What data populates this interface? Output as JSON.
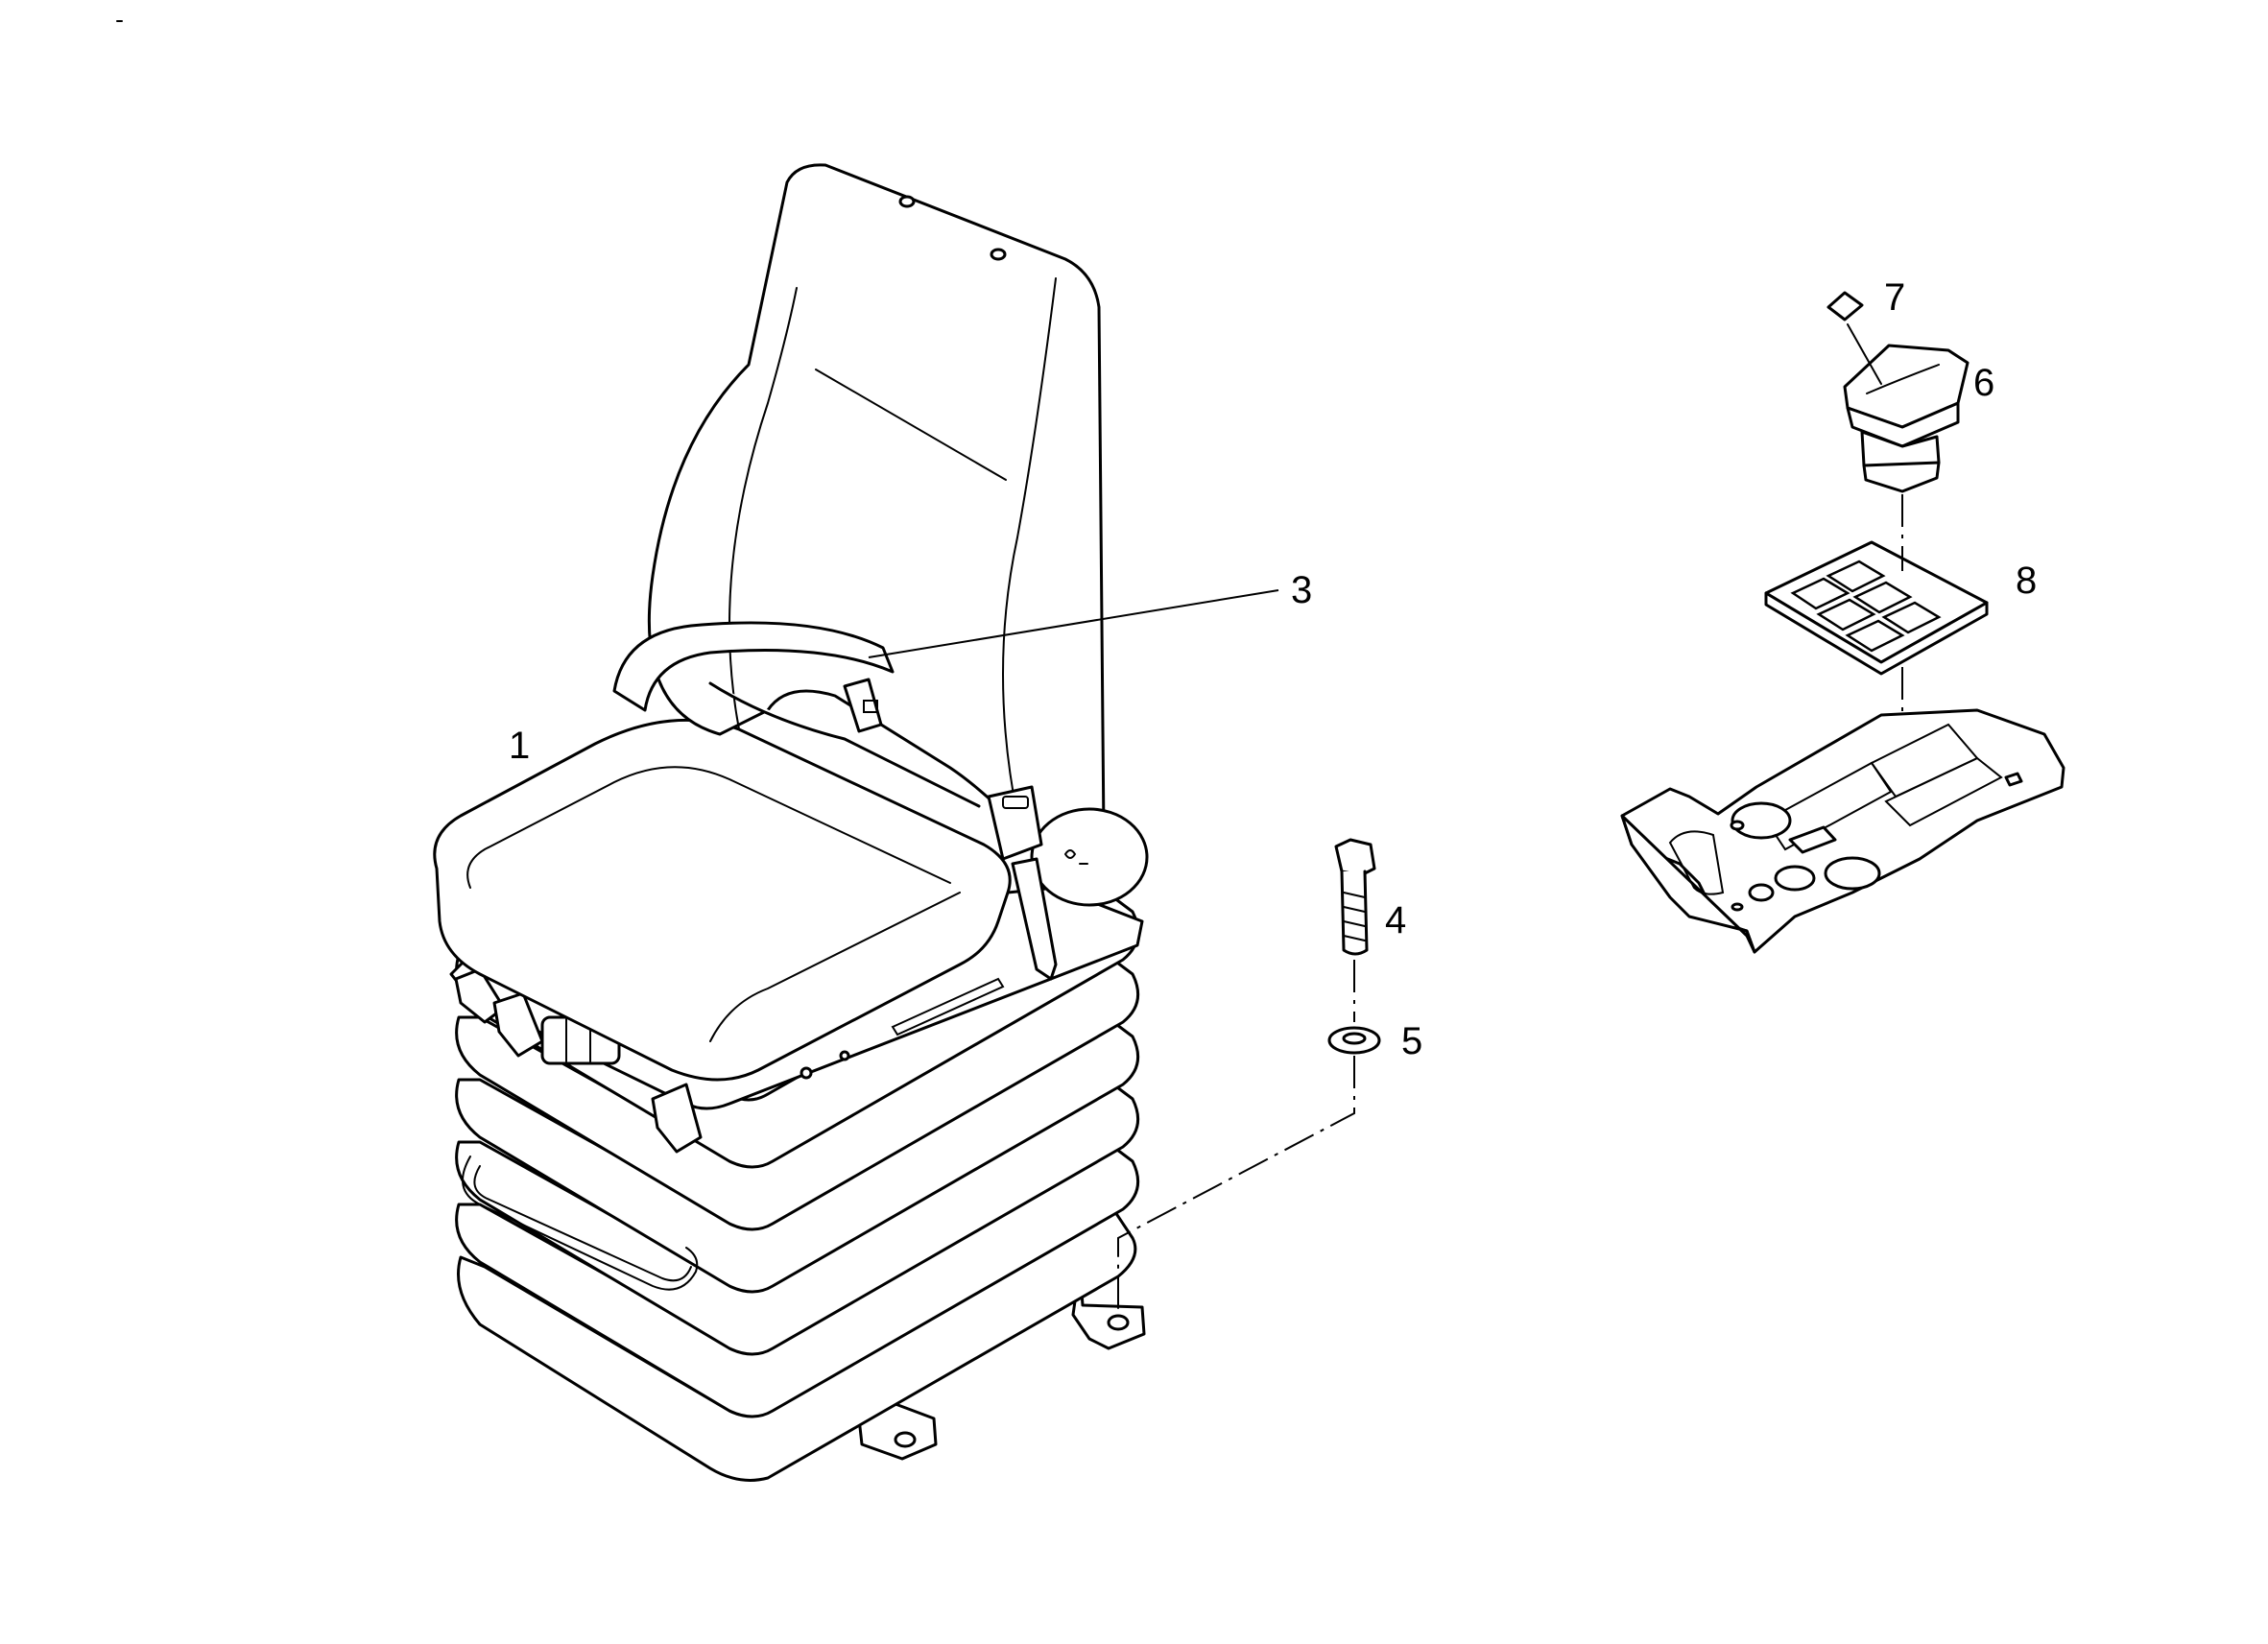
{
  "diagram": {
    "callouts": [
      {
        "id": "1",
        "part": "seat"
      },
      {
        "id": "3",
        "part": "seat-belt"
      },
      {
        "id": "4",
        "part": "bolt"
      },
      {
        "id": "5",
        "part": "washer"
      },
      {
        "id": "6",
        "part": "rocker-switch"
      },
      {
        "id": "7",
        "part": "switch-symbol-cover"
      },
      {
        "id": "8",
        "part": "switch-panel-insert"
      }
    ],
    "colors": {
      "line": "#000000",
      "background": "#ffffff"
    }
  }
}
